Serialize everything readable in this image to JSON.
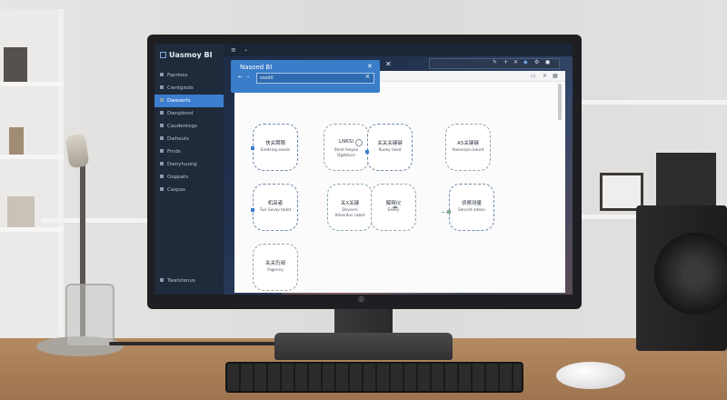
{
  "app": {
    "title": "Uasmoy BI",
    "footer": "Twatstenus"
  },
  "sidebar": {
    "items": [
      {
        "label": "Faprioss",
        "active": false
      },
      {
        "label": "Cwntgiods",
        "active": false
      },
      {
        "label": "Dwaserts",
        "active": true
      },
      {
        "label": "Dwnpbrod",
        "active": false
      },
      {
        "label": "Caudentegs",
        "active": false
      },
      {
        "label": "Dwheuts",
        "active": false
      },
      {
        "label": "Frnds",
        "active": false
      },
      {
        "label": "Dwnyhuong",
        "active": false
      },
      {
        "label": "Ooppats",
        "active": false
      },
      {
        "label": "Caspas",
        "active": false
      }
    ]
  },
  "dialog": {
    "title": "Nasoed BI",
    "input_value": "sosd0"
  },
  "icons": {
    "menu": "menu-icon",
    "back": "back-arrow-icon",
    "close": "close-icon",
    "chevron": "chevron-down-icon",
    "edit": "pencil-icon",
    "add": "plus-icon",
    "star": "star-icon",
    "settings": "gear-icon",
    "avatar": "avatar-icon",
    "maximize": "maximize-icon",
    "cloud": "cloud-icon"
  },
  "nodes": [
    {
      "id": "n1",
      "title": "快关期限",
      "sub": "Eredsivg sesois",
      "sub2": ""
    },
    {
      "id": "n2",
      "title": "LNKSI",
      "sub": "Stest faeyoo",
      "sub2": "Dgzbtvce"
    },
    {
      "id": "n3",
      "title": "关关关键键",
      "sub": "Ruoey tixed",
      "sub2": ""
    },
    {
      "id": "n4",
      "title": "A5关键键",
      "sub": "Kaeverjon beurd",
      "sub2": ""
    },
    {
      "id": "n5",
      "title": "机采者",
      "sub": "Tusi Sevay tadet",
      "sub2": ""
    },
    {
      "id": "n6",
      "title": "关X关键",
      "sub": "Dnyvers",
      "sub2": "Adverdus cabet"
    },
    {
      "id": "n7",
      "title": "解释仪",
      "sub": "Eedey",
      "sub2": ""
    },
    {
      "id": "n8",
      "title": "侦察测量",
      "sub": "Senceit aiteov",
      "sub2": ""
    },
    {
      "id": "n9",
      "title": "关关仍阀",
      "sub": "Fagenny",
      "sub2": ""
    }
  ],
  "colors": {
    "accent": "#3c7fd0",
    "sidebar_bg": "#1f2a3a",
    "canvas_bg": "#fbfbfc",
    "node_border": "#6f8aa6"
  }
}
